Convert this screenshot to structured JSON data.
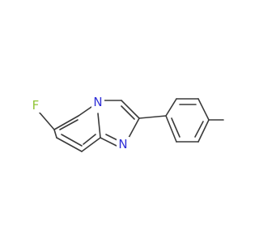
{
  "molecule": {
    "atoms": [
      {
        "label": "F",
        "color": "#90c436"
      },
      {
        "label": "N",
        "color": "#2f2fd8"
      },
      {
        "label": "N",
        "color": "#2f2fd8"
      }
    ]
  }
}
